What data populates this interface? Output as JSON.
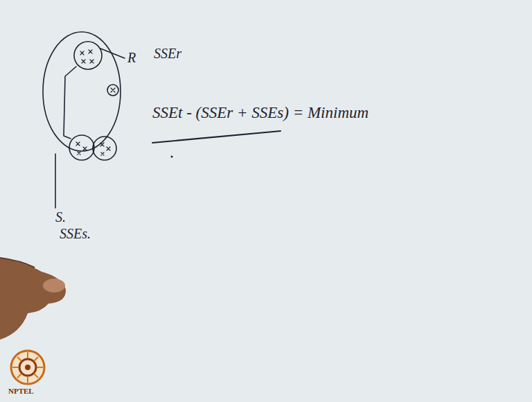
{
  "diagram": {
    "labels": [
      "R",
      "SSEr",
      "S.",
      "SSEs.",
      "SSEt - (SSEr + SSEs) = Minimum",
      "NPTEL"
    ]
  }
}
